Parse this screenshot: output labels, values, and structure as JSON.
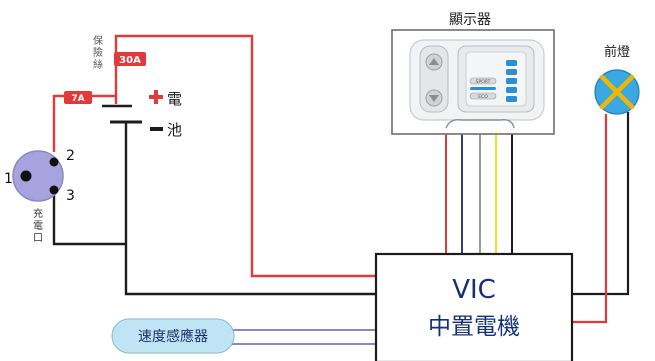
{
  "display": {
    "title": "顯示器",
    "btn_sport": "SPORT",
    "btn_eco": "ECO"
  },
  "headlight": {
    "label": "前燈"
  },
  "fuse": {
    "label": "保險絲",
    "rating": "30A"
  },
  "fuse_small": {
    "rating": "7A"
  },
  "battery": {
    "plus_label": "電",
    "minus_label": "池"
  },
  "charge_port": {
    "label": "充電口",
    "pin1": "1",
    "pin2": "2",
    "pin3": "3"
  },
  "motor": {
    "title": "VIC",
    "subtitle": "中置電機"
  },
  "speed_sensor": {
    "label": "速度感應器"
  },
  "colors": {
    "red": "#e23a3a",
    "black": "#1c1c1c",
    "navy": "#3a3d7a",
    "yellow": "#f0df2a",
    "grey": "#9a9a9a",
    "port_purple": "#9e98d9",
    "headlight_fill": "#3aa7e0",
    "headlight_x": "#f0b700",
    "sensor_fill": "#bfe4f3"
  }
}
